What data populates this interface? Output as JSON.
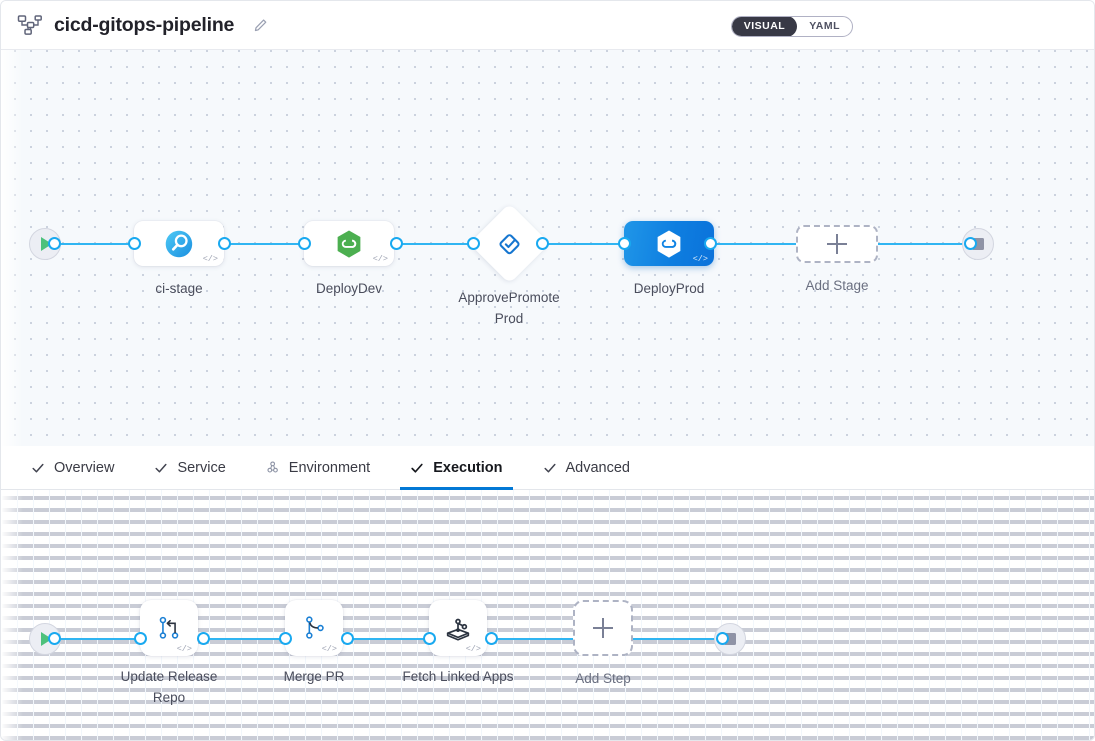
{
  "header": {
    "pipeline_icon": "pipeline-nodes-icon",
    "title": "cicd-gitops-pipeline",
    "edit_icon": "pencil-edit-icon",
    "view_toggle": {
      "options": [
        "VISUAL",
        "YAML"
      ],
      "selected": "VISUAL"
    }
  },
  "stage_canvas": {
    "start_node": {
      "name": "pipeline-start",
      "icon": "play-icon"
    },
    "end_node": {
      "name": "pipeline-end",
      "icon": "stop-icon"
    },
    "stages": [
      {
        "label": "ci-stage",
        "type": "build",
        "icon": "ci-build-icon",
        "selected": false,
        "code_badge": "</>"
      },
      {
        "label": "DeployDev",
        "type": "deploy",
        "icon": "harness-hexagon-green-icon",
        "selected": false,
        "code_badge": "</>"
      },
      {
        "label": "ApprovePromoteProd",
        "type": "approval",
        "icon": "approval-check-icon",
        "selected": false,
        "code_badge": ""
      },
      {
        "label": "DeployProd",
        "type": "deploy",
        "icon": "harness-hexagon-white-icon",
        "selected": true,
        "code_badge": "</>"
      }
    ],
    "add_stage": {
      "label": "Add Stage",
      "icon": "plus-icon"
    }
  },
  "tabs": [
    {
      "label": "Overview",
      "icon": "check-icon",
      "active": false
    },
    {
      "label": "Service",
      "icon": "check-icon",
      "active": false
    },
    {
      "label": "Environment",
      "icon": "environment-infra-icon",
      "active": false
    },
    {
      "label": "Execution",
      "icon": "check-icon",
      "active": true
    },
    {
      "label": "Advanced",
      "icon": "check-icon",
      "active": false
    }
  ],
  "step_canvas": {
    "start_node": {
      "name": "execution-start",
      "icon": "play-icon"
    },
    "end_node": {
      "name": "execution-end",
      "icon": "stop-icon"
    },
    "steps": [
      {
        "label": "Update Release Repo",
        "icon": "git-merge-icon",
        "code_badge": "</>"
      },
      {
        "label": "Merge PR",
        "icon": "git-branch-icon",
        "code_badge": "</>"
      },
      {
        "label": "Fetch Linked Apps",
        "icon": "gitops-apps-icon",
        "code_badge": "</>"
      }
    ],
    "add_step": {
      "label": "Add Step",
      "icon": "plus-icon"
    }
  },
  "colors": {
    "accent_blue": "#0278d5",
    "edge_blue": "#30b5f2",
    "selected_node": "#0e7ee0",
    "start_green": "#4dc17c",
    "toggle_dark": "#383946"
  }
}
